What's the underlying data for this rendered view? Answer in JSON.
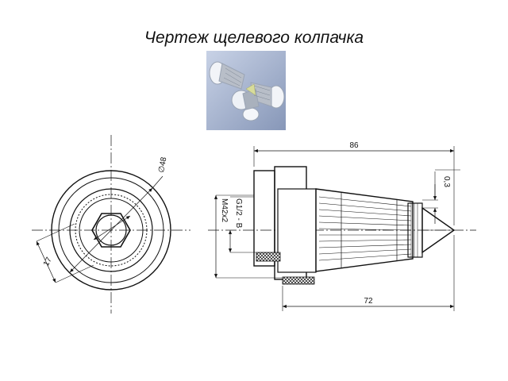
{
  "title": "Чертеж щелевого колпачка",
  "photo": {
    "icon": "nozzle-caps-photo"
  },
  "drawing": {
    "front_view": {
      "diameter": "∅48",
      "width": "17"
    },
    "side_view": {
      "length_total": "86",
      "length_body": "72",
      "slot_gap": "0,3",
      "thread_pipe": "G1/2 - B",
      "thread_metric": "M42x2"
    }
  },
  "colors": {
    "line": "#111111",
    "photo_bg": "#8fa2c4"
  }
}
